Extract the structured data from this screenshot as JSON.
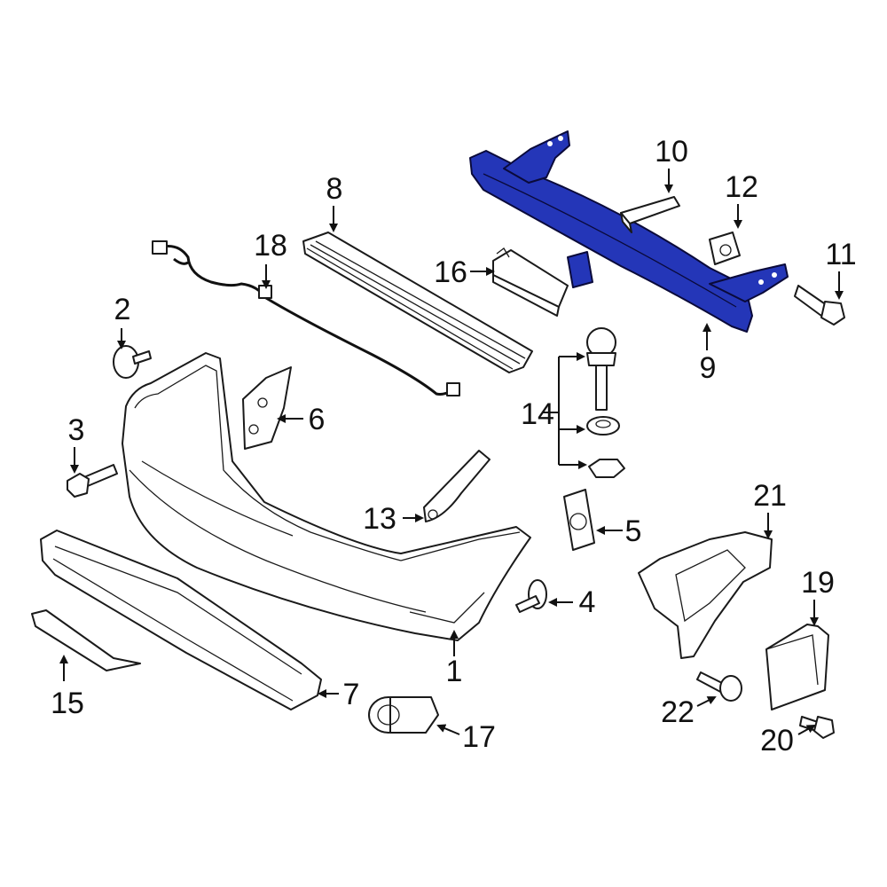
{
  "callouts": [
    {
      "id": "1",
      "label": "1"
    },
    {
      "id": "2",
      "label": "2"
    },
    {
      "id": "3",
      "label": "3"
    },
    {
      "id": "4",
      "label": "4"
    },
    {
      "id": "5",
      "label": "5"
    },
    {
      "id": "6",
      "label": "6"
    },
    {
      "id": "7",
      "label": "7"
    },
    {
      "id": "8",
      "label": "8"
    },
    {
      "id": "9",
      "label": "9"
    },
    {
      "id": "10",
      "label": "10"
    },
    {
      "id": "11",
      "label": "11"
    },
    {
      "id": "12",
      "label": "12"
    },
    {
      "id": "13",
      "label": "13"
    },
    {
      "id": "14",
      "label": "14"
    },
    {
      "id": "15",
      "label": "15"
    },
    {
      "id": "16",
      "label": "16"
    },
    {
      "id": "17",
      "label": "17"
    },
    {
      "id": "18",
      "label": "18"
    },
    {
      "id": "19",
      "label": "19"
    },
    {
      "id": "20",
      "label": "20"
    },
    {
      "id": "21",
      "label": "21"
    },
    {
      "id": "22",
      "label": "22"
    }
  ],
  "colors": {
    "highlight": "#2436b8",
    "line": "#1a1a1a",
    "background": "#ffffff"
  }
}
